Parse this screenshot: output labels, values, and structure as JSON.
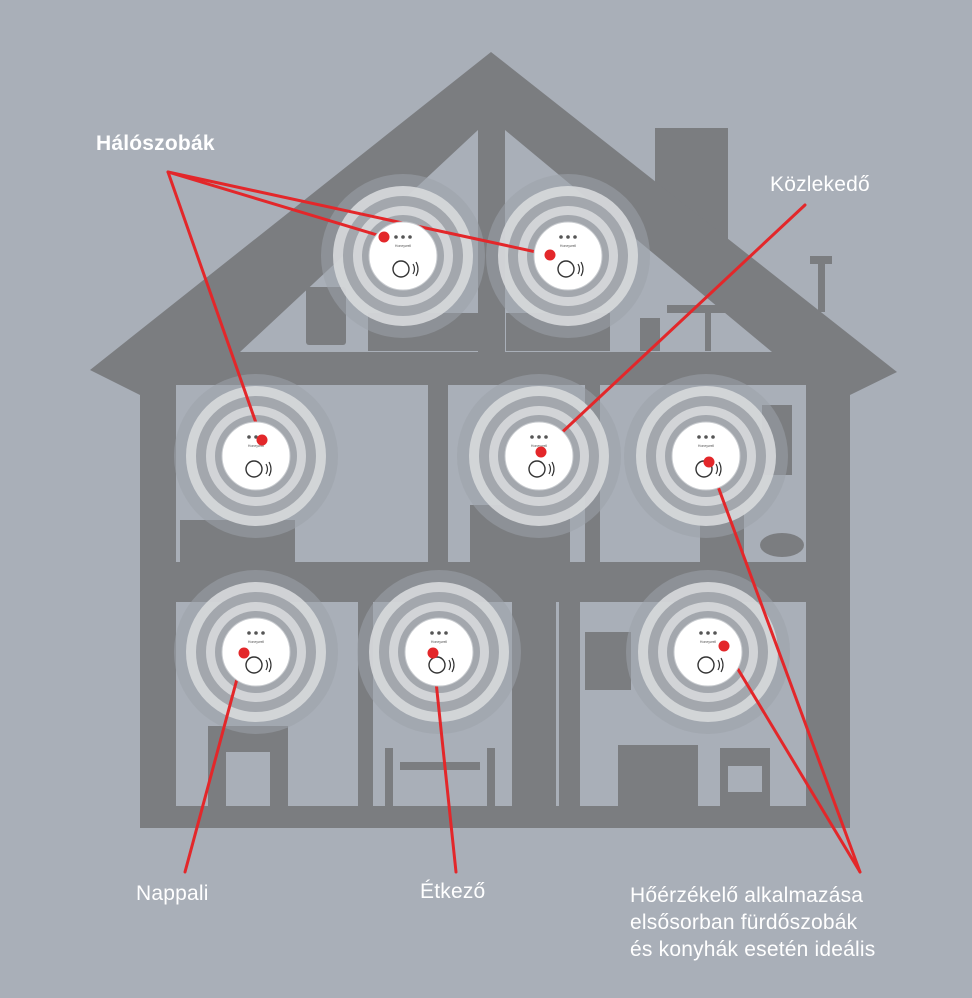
{
  "labels": {
    "bedrooms": "Hálószobák",
    "hallway": "Közlekedő",
    "living_room": "Nappali",
    "dining": "Étkező",
    "heat_note": [
      "Hőérzékelő alkalmazása",
      "elsősorban fürdőszobák",
      "és konyhák esetén ideális"
    ]
  },
  "detector_brand": "Honeywell",
  "detectors": [
    {
      "name": "detector-bedroom-left"
    },
    {
      "name": "detector-bedroom-right"
    },
    {
      "name": "detector-room-left"
    },
    {
      "name": "detector-hallway"
    },
    {
      "name": "detector-bathroom"
    },
    {
      "name": "detector-living-room"
    },
    {
      "name": "detector-dining"
    },
    {
      "name": "detector-kitchen"
    }
  ],
  "colors": {
    "background": "#a9afb8",
    "house": "#7b7d80",
    "room": "#a9afb8",
    "line": "#e3272a",
    "ring_light": "#d7d9dc",
    "ring_dark": "#9da2a9",
    "detector": "#ffffff"
  }
}
